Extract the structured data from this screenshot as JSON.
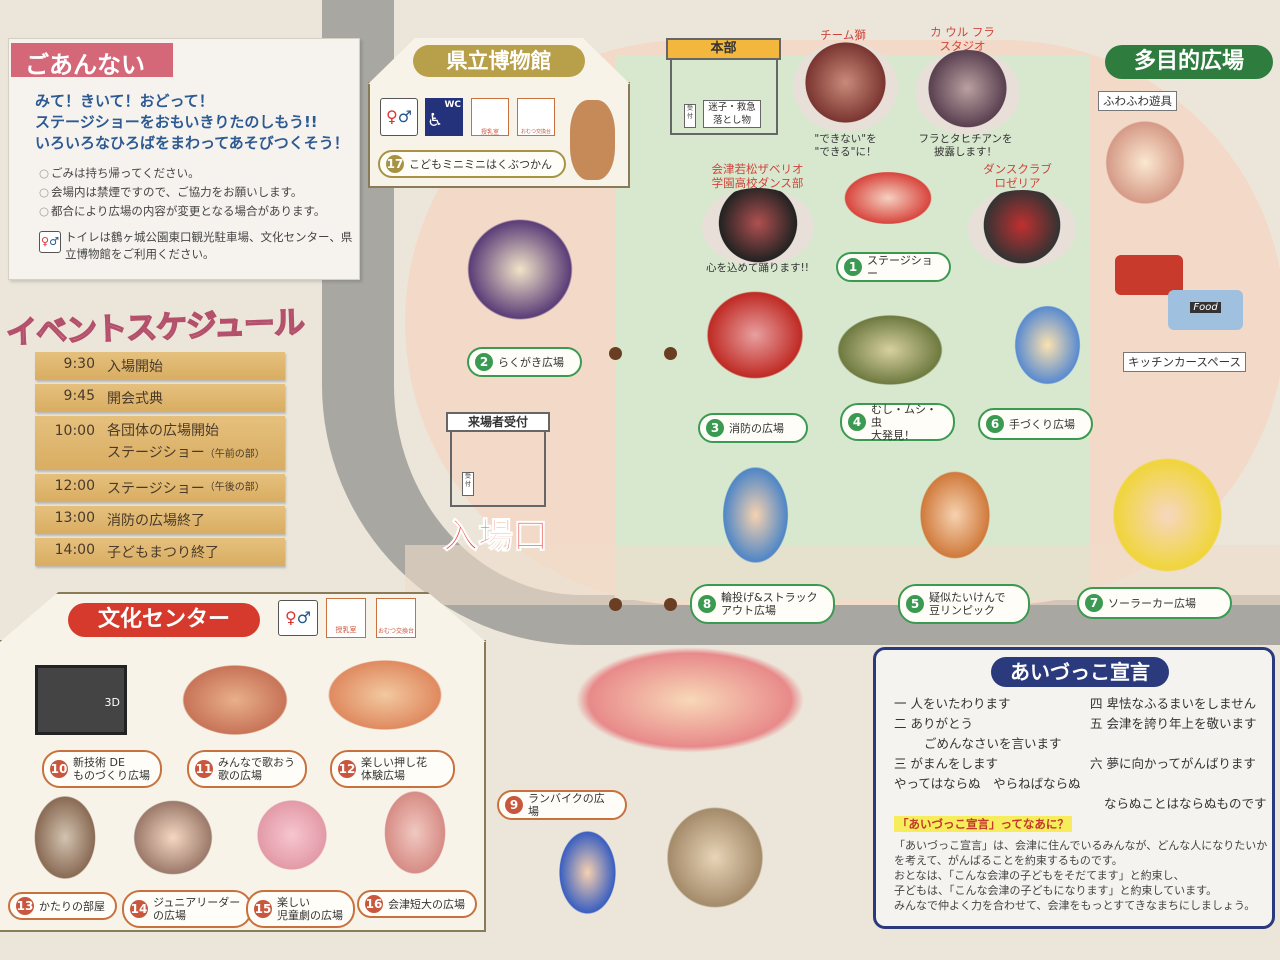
{
  "guide": {
    "title": "ごあんない",
    "lead": [
      "みて！きいて！おどって！",
      "ステージショーをおもいきりたのしもう!!",
      "いろいろなひろばをまわってあそびつくそう！"
    ],
    "notes": [
      "ごみは持ち帰ってください。",
      "会場内は禁煙ですので、ご協力をお願いします。",
      "都合により広場の内容が変更となる場合があります。"
    ],
    "toilet_note": "トイレは鶴ヶ城公園東口観光駐車場、文化センター、県立博物館をご利用ください。",
    "icon": "restroom-icon"
  },
  "schedule": {
    "title": "イベントスケジュール",
    "rows": [
      {
        "time": "9:30",
        "event": "入場開始"
      },
      {
        "time": "9:45",
        "event": "開会式典"
      },
      {
        "time": "10:00",
        "event": "各団体の広場開始",
        "event2": "ステージショー",
        "sub2": "（午前の部）"
      },
      {
        "time": "12:00",
        "event": "ステージショー",
        "sub": "（午後の部）"
      },
      {
        "time": "13:00",
        "event": "消防の広場終了"
      },
      {
        "time": "14:00",
        "event": "子どもまつり終了"
      }
    ]
  },
  "museum": {
    "title": "県立博物館",
    "icons": [
      "restroom-icon",
      "accessible-wc-icon",
      "nursing-room-icon",
      "diaper-change-icon"
    ],
    "wc": "WC",
    "nursing": "授乳室",
    "diaper": "おむつ交換台",
    "venue": {
      "num": "17",
      "label": "こどもミニミニはくぶつかん"
    }
  },
  "culture": {
    "title": "文化センター",
    "icons": [
      "restroom-icon",
      "nursing-room-icon",
      "diaper-change-icon"
    ],
    "nursing": "授乳室",
    "diaper": "おむつ交換台",
    "venues": [
      {
        "num": "10",
        "label": "新技術 DE",
        "label2": "ものづくり広場"
      },
      {
        "num": "11",
        "label": "みんなで歌おう",
        "label2": "歌の広場"
      },
      {
        "num": "12",
        "label": "楽しい押し花",
        "label2": "体験広場"
      },
      {
        "num": "13",
        "label": "かたりの部屋"
      },
      {
        "num": "14",
        "label": "ジュニアリーダー",
        "label2": "の広場"
      },
      {
        "num": "15",
        "label": "楽しい",
        "label2": "児童劇の広場"
      },
      {
        "num": "16",
        "label": "会津短大の広場"
      }
    ],
    "illustration_3d": "3D"
  },
  "hq": {
    "title": "本部",
    "desk": "迷子・救急",
    "desk2": "落とし物",
    "sign": "受付"
  },
  "reception": {
    "title": "来場者受付",
    "sign": "受付"
  },
  "entrance": "入場口",
  "stage": {
    "groups": [
      {
        "name": "チーム獅",
        "caption": "\"できない\"を",
        "caption2": "\"できる\"に！"
      },
      {
        "name": "カ ウル フラ",
        "name2": "スタジオ",
        "caption": "フラとタヒチアンを",
        "caption2": "披露します！"
      },
      {
        "name": "会津若松ザベリオ",
        "name2": "学園高校ダンス部",
        "caption": "心を込めて踊ります!!"
      },
      {
        "name": "ダンスクラブ",
        "name2": "ロゼリア"
      }
    ]
  },
  "venues": [
    {
      "num": "1",
      "label": "ステージショー"
    },
    {
      "num": "2",
      "label": "らくがき広場"
    },
    {
      "num": "3",
      "label": "消防の広場"
    },
    {
      "num": "4",
      "label": "むし・ムシ・虫",
      "label2": "大発見！"
    },
    {
      "num": "6",
      "label": "手づくり広場"
    },
    {
      "num": "8",
      "label": "輪投げ&ストラック",
      "label2": "アウト広場"
    },
    {
      "num": "5",
      "label": "疑似たいけんで",
      "label2": "豆リンピック"
    },
    {
      "num": "7",
      "label": "ソーラーカー広場"
    },
    {
      "num": "9",
      "label": "ランバイクの広場"
    }
  ],
  "multi": {
    "title": "多目的広場",
    "bouncy": "ふわふわ遊具",
    "kitchen": "キッチンカースペース",
    "food": "Food"
  },
  "aizu": {
    "title": "あいづっこ宣言",
    "pledges": [
      "一 人をいたわります",
      "二 ありがとう",
      "ごめんなさいを言います",
      "三 がまんをします",
      "四 卑怯なふるまいをしません",
      "五 会津を誇り年上を敬います",
      "六 夢に向かってがんばります"
    ],
    "closing1": "やってはならぬ　やらねばならぬ",
    "closing2": "ならぬことはならぬものです",
    "question": "「あいづっこ宣言」ってなあに？",
    "body": [
      "「あいづっこ宣言」は、会津に住んでいるみんなが、どんな人になりたいかを考えて、がんばることを約束するものです。",
      "おとなは、「こんな会津の子どもをそだてます」と約束し、",
      "子どもは、「こんな会津の子どもになります」と約束しています。",
      "みんなで仲よく力を合わせて、会津をもっとすてきなまちにしましょう。"
    ]
  },
  "colors": {
    "green": "#3b9a52",
    "orange": "#c9573e",
    "navy": "#2b3a7c",
    "pink": "#d46778",
    "road": "#a9a7a2"
  }
}
